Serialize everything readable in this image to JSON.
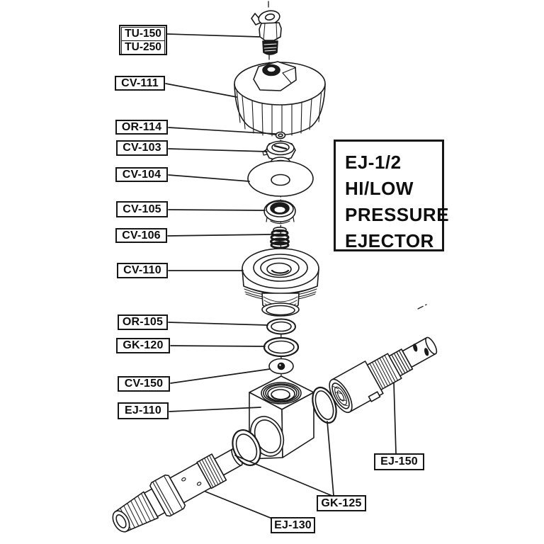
{
  "colors": {
    "ink": "#1a1a1a",
    "paper": "#ffffff"
  },
  "title_block": {
    "line1": "EJ-1/2",
    "line2": "HI/LOW",
    "line3": "PRESSURE",
    "line4": "EJECTOR"
  },
  "tu_label": {
    "line1": "TU-150",
    "line2": "TU-250"
  },
  "labels": [
    {
      "text": "CV-111"
    },
    {
      "text": "OR-114"
    },
    {
      "text": "CV-103"
    },
    {
      "text": "CV-104"
    },
    {
      "text": "CV-105"
    },
    {
      "text": "CV-106"
    },
    {
      "text": "CV-110"
    },
    {
      "text": "OR-105"
    },
    {
      "text": "GK-120"
    },
    {
      "text": "CV-150"
    },
    {
      "text": "EJ-110"
    },
    {
      "text": "EJ-150"
    },
    {
      "text": "GK-125"
    },
    {
      "text": "EJ-130"
    }
  ]
}
